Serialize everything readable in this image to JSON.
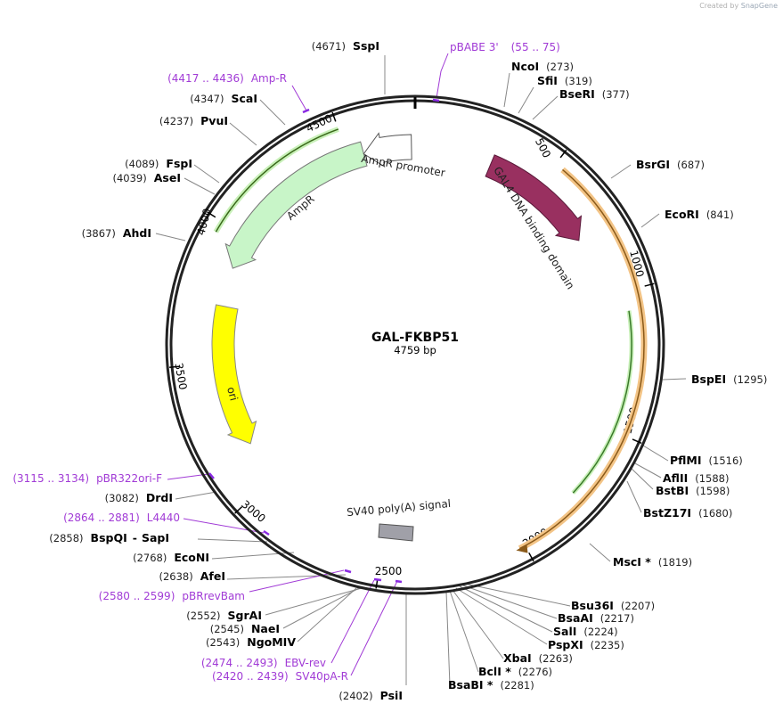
{
  "credit": {
    "text": "Created by",
    "brand": "SnapGene"
  },
  "plasmid": {
    "name": "GAL-FKBP51",
    "size_label": "4759 bp",
    "length": 4759
  },
  "ticks": [
    500,
    1000,
    1500,
    2000,
    2500,
    3000,
    3500,
    4000,
    4500
  ],
  "features": {
    "ampr_promoter": "AmpR promoter",
    "ampr": "AmpR",
    "gal4": "GAL4 DNA binding domain",
    "ori": "ori",
    "sv40": "SV40 poly(A) signal"
  },
  "enzymes": [
    {
      "id": "sspi",
      "name": "SspI",
      "pos": "(4671)",
      "side": "left"
    },
    {
      "id": "ncoi",
      "name": "NcoI",
      "pos": "(273)",
      "side": "right"
    },
    {
      "id": "sfii",
      "name": "SfiI",
      "pos": "(319)",
      "side": "right"
    },
    {
      "id": "bseri",
      "name": "BseRI",
      "pos": "(377)",
      "side": "right"
    },
    {
      "id": "scai",
      "name": "ScaI",
      "pos": "(4347)",
      "side": "left"
    },
    {
      "id": "pvui",
      "name": "PvuI",
      "pos": "(4237)",
      "side": "left"
    },
    {
      "id": "fspi",
      "name": "FspI",
      "pos": "(4089)",
      "side": "left"
    },
    {
      "id": "asei",
      "name": "AseI",
      "pos": "(4039)",
      "side": "left"
    },
    {
      "id": "ahdi",
      "name": "AhdI",
      "pos": "(3867)",
      "side": "left"
    },
    {
      "id": "bsrgi",
      "name": "BsrGI",
      "pos": "(687)",
      "side": "right"
    },
    {
      "id": "ecori",
      "name": "EcoRI",
      "pos": "(841)",
      "side": "right"
    },
    {
      "id": "bspei",
      "name": "BspEI",
      "pos": "(1295)",
      "side": "right"
    },
    {
      "id": "pflmi",
      "name": "PflMI",
      "pos": "(1516)",
      "side": "right"
    },
    {
      "id": "aflii",
      "name": "AflII",
      "pos": "(1588)",
      "side": "right"
    },
    {
      "id": "bstbi",
      "name": "BstBI",
      "pos": "(1598)",
      "side": "right"
    },
    {
      "id": "bstz17i",
      "name": "BstZ17I",
      "pos": "(1680)",
      "side": "right"
    },
    {
      "id": "msci",
      "name": "MscI *",
      "pos": "(1819)",
      "side": "right"
    },
    {
      "id": "bsu36i",
      "name": "Bsu36I",
      "pos": "(2207)",
      "side": "right"
    },
    {
      "id": "bsaai",
      "name": "BsaAI",
      "pos": "(2217)",
      "side": "right"
    },
    {
      "id": "sali",
      "name": "SalI",
      "pos": "(2224)",
      "side": "right"
    },
    {
      "id": "pspxi",
      "name": "PspXI",
      "pos": "(2235)",
      "side": "right"
    },
    {
      "id": "xbai",
      "name": "XbaI",
      "pos": "(2263)",
      "side": "right"
    },
    {
      "id": "bcli",
      "name": "BclI *",
      "pos": "(2276)",
      "side": "right"
    },
    {
      "id": "bsabi",
      "name": "BsaBI *",
      "pos": "(2281)",
      "side": "right"
    },
    {
      "id": "psii",
      "name": "PsiI",
      "pos": "(2402)",
      "side": "left"
    },
    {
      "id": "ngomiv",
      "name": "NgoMIV",
      "pos": "(2543)",
      "side": "left"
    },
    {
      "id": "naei",
      "name": "NaeI",
      "pos": "(2545)",
      "side": "left"
    },
    {
      "id": "sgrai",
      "name": "SgrAI",
      "pos": "(2552)",
      "side": "left"
    },
    {
      "id": "afei",
      "name": "AfeI",
      "pos": "(2638)",
      "side": "left"
    },
    {
      "id": "econi",
      "name": "EcoNI",
      "pos": "(2768)",
      "side": "left"
    },
    {
      "id": "bspqi",
      "name": "BspQI",
      "name2": "SapI",
      "pos": "(2858)",
      "side": "left"
    },
    {
      "id": "drdi",
      "name": "DrdI",
      "pos": "(3082)",
      "side": "left"
    }
  ],
  "primers": [
    {
      "id": "pbabe",
      "name": "pBABE 3'",
      "range": "(55 .. 75)",
      "side": "right"
    },
    {
      "id": "ampr-primer",
      "name": "Amp-R",
      "range": "(4417 .. 4436)",
      "side": "left"
    },
    {
      "id": "pbr322",
      "name": "pBR322ori-F",
      "range": "(3115 .. 3134)",
      "side": "left"
    },
    {
      "id": "l4440",
      "name": "L4440",
      "range": "(2864 .. 2881)",
      "side": "left"
    },
    {
      "id": "pbrrevbam",
      "name": "pBRrevBam",
      "range": "(2580 .. 2599)",
      "side": "left"
    },
    {
      "id": "ebv",
      "name": "EBV-rev",
      "range": "(2474 .. 2493)",
      "side": "left"
    },
    {
      "id": "sv40pa",
      "name": "SV40pA-R",
      "range": "(2420 .. 2439)",
      "side": "left"
    }
  ]
}
